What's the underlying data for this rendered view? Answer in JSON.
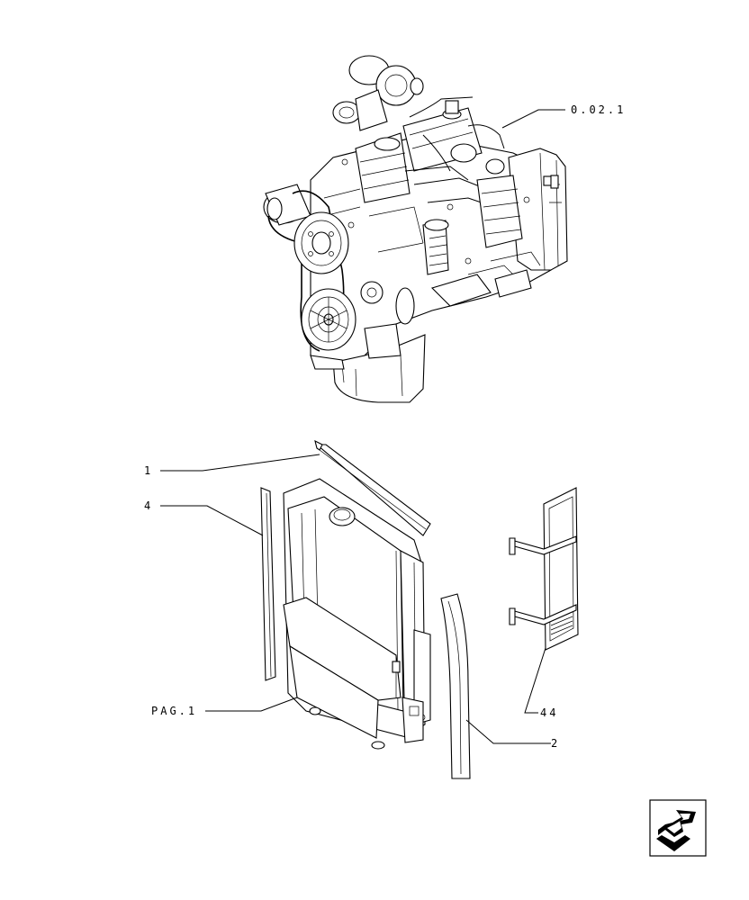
{
  "callouts": {
    "engine_ref": "0.02.1",
    "item_1": "1",
    "item_4": "4",
    "item_pag": "PAG.1",
    "item_44": "44",
    "item_2": "2"
  },
  "nav": {
    "icon": "next-page-arrow-icon"
  }
}
